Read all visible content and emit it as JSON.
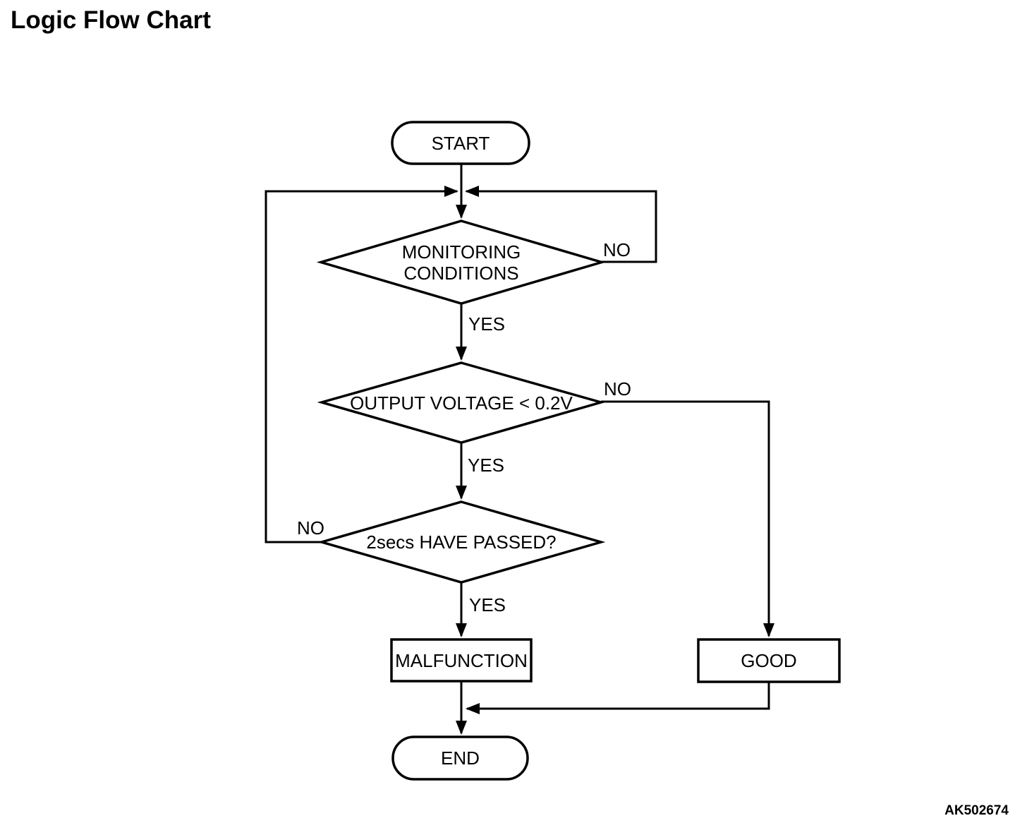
{
  "page": {
    "title": "Logic Flow Chart",
    "figure_code": "AK502674"
  },
  "colors": {
    "line": "#000000",
    "shape_fill": "#ffffff",
    "text": "#000000",
    "background": "#ffffff"
  },
  "flowchart": {
    "nodes": {
      "start": {
        "type": "terminator",
        "label": "START"
      },
      "monitoring": {
        "type": "decision",
        "line1": "MONITORING",
        "line2": "CONDITIONS"
      },
      "output_voltage": {
        "type": "decision",
        "label": "OUTPUT VOLTAGE < 0.2V"
      },
      "two_secs": {
        "type": "decision",
        "label": "2secs HAVE PASSED?"
      },
      "malfunction": {
        "type": "process",
        "label": "MALFUNCTION"
      },
      "good": {
        "type": "process",
        "label": "GOOD"
      },
      "end": {
        "type": "terminator",
        "label": "END"
      }
    },
    "branch_labels": {
      "yes": "YES",
      "no": "NO"
    },
    "edges": [
      {
        "from": "start",
        "to": "monitoring"
      },
      {
        "from": "monitoring",
        "to": "output_voltage",
        "label": "YES"
      },
      {
        "from": "monitoring",
        "to": "start_junction",
        "label": "NO"
      },
      {
        "from": "output_voltage",
        "to": "two_secs",
        "label": "YES"
      },
      {
        "from": "output_voltage",
        "to": "good",
        "label": "NO"
      },
      {
        "from": "two_secs",
        "to": "malfunction",
        "label": "YES"
      },
      {
        "from": "two_secs",
        "to": "start_junction",
        "label": "NO"
      },
      {
        "from": "malfunction",
        "to": "end"
      },
      {
        "from": "good",
        "to": "end"
      }
    ]
  }
}
